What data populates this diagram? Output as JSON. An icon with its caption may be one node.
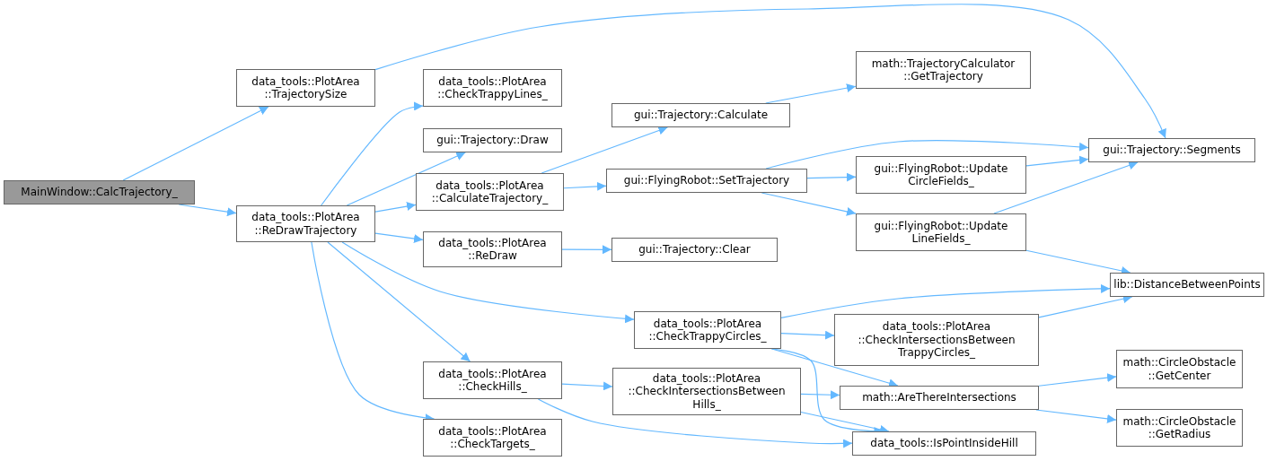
{
  "diagram": {
    "nodes": [
      {
        "text": [
          "MainWindow::CalcTrajectory_"
        ]
      },
      {
        "text": [
          "data_tools::PlotArea ::TrajectorySize"
        ]
      },
      {
        "text": [
          "data_tools::PlotArea ::ReDrawTrajectory"
        ]
      },
      {
        "text": [
          "data_tools::PlotArea ::CheckTrappyLines_"
        ]
      },
      {
        "text": [
          "gui::Trajectory::Draw"
        ]
      },
      {
        "text": [
          "data_tools::PlotArea ::CalculateTrajectory_"
        ]
      },
      {
        "text": [
          "data_tools::PlotArea ::ReDraw"
        ]
      },
      {
        "text": [
          "data_tools::PlotArea ::CheckHills_"
        ]
      },
      {
        "text": [
          "data_tools::PlotArea ::CheckTargets_"
        ]
      },
      {
        "text": [
          "gui::Trajectory::Calculate"
        ]
      },
      {
        "text": [
          "math::TrajectoryCalculator ::GetTrajectory"
        ]
      },
      {
        "text": [
          "gui::FlyingRobot::SetTrajectory"
        ]
      },
      {
        "text": [
          "gui::Trajectory::Clear"
        ]
      },
      {
        "text": [
          "data_tools::PlotArea ::CheckTrappyCircles_"
        ]
      },
      {
        "text": [
          "data_tools::PlotArea ::CheckIntersectionsBetween Hills_"
        ]
      },
      {
        "text": [
          "gui::FlyingRobot::Update CircleFields_"
        ]
      },
      {
        "text": [
          "gui::FlyingRobot::Update LineFields_"
        ]
      },
      {
        "text": [
          "data_tools::PlotArea ::CheckIntersectionsBetween TrappyCircles_"
        ]
      },
      {
        "text": [
          "math::AreThereIntersections"
        ]
      },
      {
        "text": [
          "data_tools::IsPointInsideHill"
        ]
      },
      {
        "text": [
          "gui::Trajectory::Segments"
        ]
      },
      {
        "text": [
          "lib::DistanceBetweenPoints"
        ]
      },
      {
        "text": [
          "math::CircleObstacle ::GetCenter"
        ]
      },
      {
        "text": [
          "math::CircleObstacle ::GetRadius"
        ]
      }
    ],
    "edges": [
      {
        "from": 0,
        "to": 1,
        "arrow": "to"
      },
      {
        "from": 0,
        "to": 2,
        "arrow": "to"
      },
      {
        "from": 1,
        "to": 20,
        "arrow": "to"
      },
      {
        "from": 2,
        "to": 3,
        "arrow": "to"
      },
      {
        "from": 2,
        "to": 4,
        "arrow": "to"
      },
      {
        "from": 2,
        "to": 5,
        "arrow": "to"
      },
      {
        "from": 2,
        "to": 6,
        "arrow": "to"
      },
      {
        "from": 2,
        "to": 13,
        "arrow": "to"
      },
      {
        "from": 2,
        "to": 7,
        "arrow": "to"
      },
      {
        "from": 2,
        "to": 8,
        "arrow": "to"
      },
      {
        "from": 5,
        "to": 9,
        "arrow": "to"
      },
      {
        "from": 5,
        "to": 11,
        "arrow": "to"
      },
      {
        "from": 9,
        "to": 10,
        "arrow": "to"
      },
      {
        "from": 11,
        "to": 20,
        "arrow": "to"
      },
      {
        "from": 11,
        "to": 15,
        "arrow": "to"
      },
      {
        "from": 11,
        "to": 16,
        "arrow": "to"
      },
      {
        "from": 6,
        "to": 12,
        "arrow": "to"
      },
      {
        "from": 15,
        "to": 20,
        "arrow": "to"
      },
      {
        "from": 16,
        "to": 20,
        "arrow": "to"
      },
      {
        "from": 16,
        "to": 21,
        "arrow": "to"
      },
      {
        "from": 13,
        "to": 21,
        "arrow": "to"
      },
      {
        "from": 13,
        "to": 17,
        "arrow": "to"
      },
      {
        "from": 13,
        "to": 18,
        "arrow": "to"
      },
      {
        "from": 13,
        "to": 19,
        "arrow": "to"
      },
      {
        "from": 17,
        "to": 21,
        "arrow": "to"
      },
      {
        "from": 7,
        "to": 14,
        "arrow": "to"
      },
      {
        "from": 7,
        "to": 19,
        "arrow": "to"
      },
      {
        "from": 14,
        "to": 18,
        "arrow": "to"
      },
      {
        "from": 14,
        "to": 19,
        "arrow": "to"
      },
      {
        "from": 18,
        "to": 22,
        "arrow": "to"
      },
      {
        "from": 18,
        "to": 23,
        "arrow": "to"
      }
    ]
  }
}
